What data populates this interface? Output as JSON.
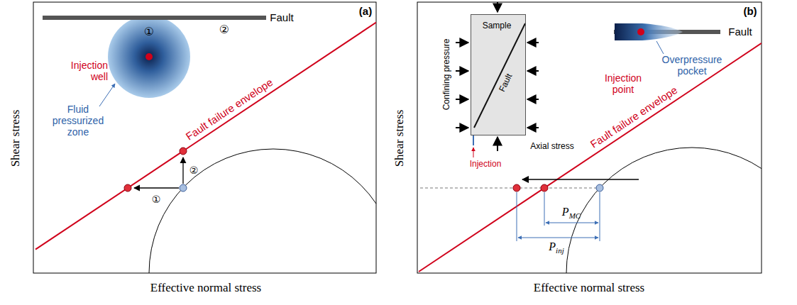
{
  "diagram": {
    "nodes": [
      {
        "text": [
          "Sample",
          "Fault"
        ]
      }
    ],
    "labels": [
      "(a)",
      "Shear stress",
      "Effective normal stress",
      "Fault",
      "①",
      "②",
      "Injection well",
      "Fluid pressurized zone",
      "Fault failure envelope",
      "①",
      "②",
      "(b)",
      "Shear stress",
      "Effective normal stress",
      "Confining pressure",
      "Injection",
      "Axial stress",
      "Fault",
      "Overpressure pocket",
      "Injection point",
      "Fault failure envelope",
      "P",
      "MC",
      "P",
      "inj"
    ]
  }
}
